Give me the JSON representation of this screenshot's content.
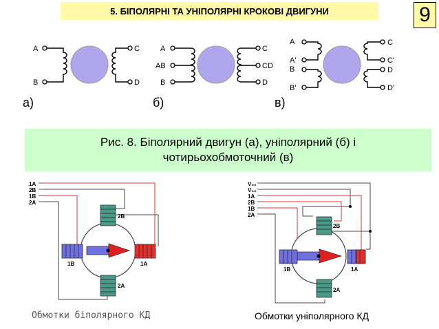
{
  "header": {
    "title": "5. БІПОЛЯРНІ ТА УНІПОЛЯРНІ КРОКОВІ ДВИГУНИ",
    "page_number": "9"
  },
  "schematics": {
    "a": {
      "label": "а)",
      "pins": [
        "A",
        "B",
        "C",
        "D"
      ]
    },
    "b": {
      "label": "б)",
      "pins": [
        "A",
        "AB",
        "B",
        "C",
        "CD",
        "D"
      ]
    },
    "c": {
      "label": "в)",
      "pins": [
        "A",
        "A'",
        "B",
        "B'",
        "C",
        "C'",
        "D",
        "D'"
      ]
    }
  },
  "caption": "Рис. 8.  Біполярний двигун (а), уніполярний (б) і чотирьохобмоточний (в)",
  "bipolar": {
    "inputs": [
      "1A",
      "2B",
      "1B",
      "2A"
    ],
    "coils": {
      "top": "2B",
      "left": "1B",
      "right": "1A",
      "bottom": "2A"
    },
    "label": "Обмотки біполярного КД"
  },
  "unipolar": {
    "inputs": [
      "V₀₀",
      "V₀₀",
      "1A",
      "2B",
      "1B",
      "2A"
    ],
    "coils": {
      "top": "2B",
      "left": "1B",
      "right": "1A",
      "bottom": "2A"
    },
    "label": "Обмотки уніполярного КД"
  },
  "colors": {
    "header_bg": "#fff9a8",
    "caption_bg": "#ccffcc",
    "rotor": "#b0a6ee",
    "coil_blue": "#6f6fe0",
    "coil_red": "#e23030",
    "coil_green": "#4a9a8a",
    "arrow": "#e02020"
  }
}
